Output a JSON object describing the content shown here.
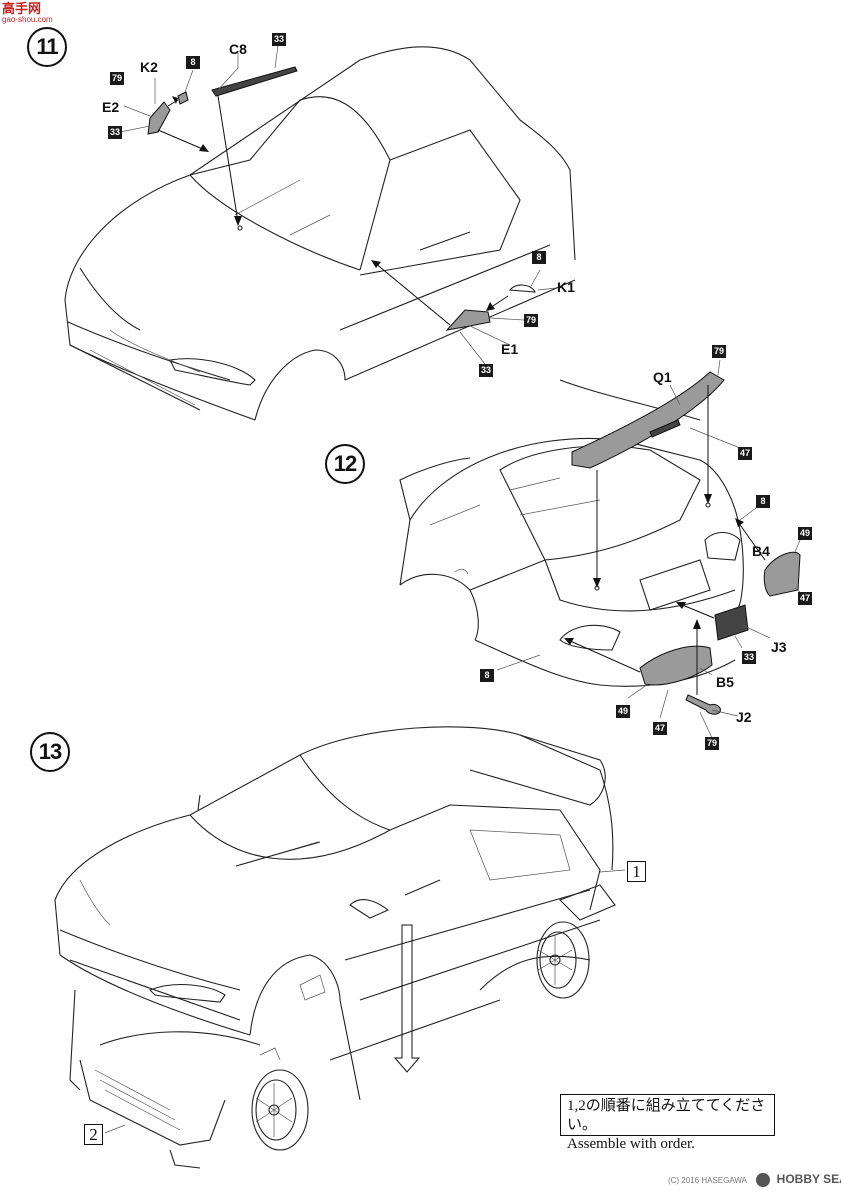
{
  "watermark": {
    "logo_text": "高手网",
    "logo_sub": "gao-shou.com"
  },
  "steps": {
    "s11": "11",
    "s12": "12",
    "s13": "13"
  },
  "step11": {
    "parts": {
      "k2": "K2",
      "c8": "C8",
      "e2": "E2",
      "k1": "K1",
      "e1": "E1"
    },
    "paint": {
      "p8_a": "8",
      "p33_a": "33",
      "p79_a": "79",
      "p33_b": "33",
      "p8_b": "8",
      "p79_b": "79",
      "p33_c": "33"
    }
  },
  "step12": {
    "parts": {
      "q1": "Q1",
      "b4": "B4",
      "j3": "J3",
      "b5": "B5",
      "j2": "J2"
    },
    "paint": {
      "p79_a": "79",
      "p47_a": "47",
      "p8_a": "8",
      "p49_a": "49",
      "p47_b": "47",
      "p33": "33",
      "p8_b": "8",
      "p49_b": "49",
      "p47_c": "47",
      "p79_b": "79"
    }
  },
  "step13": {
    "box1": "1",
    "box2": "2",
    "note_jp": "1,2の順番に組み立ててください。",
    "note_en": "Assemble with order."
  },
  "footer": {
    "sub": "(C) 2016 HASEGAWA",
    "brand": "HOBBY SEARCH"
  }
}
